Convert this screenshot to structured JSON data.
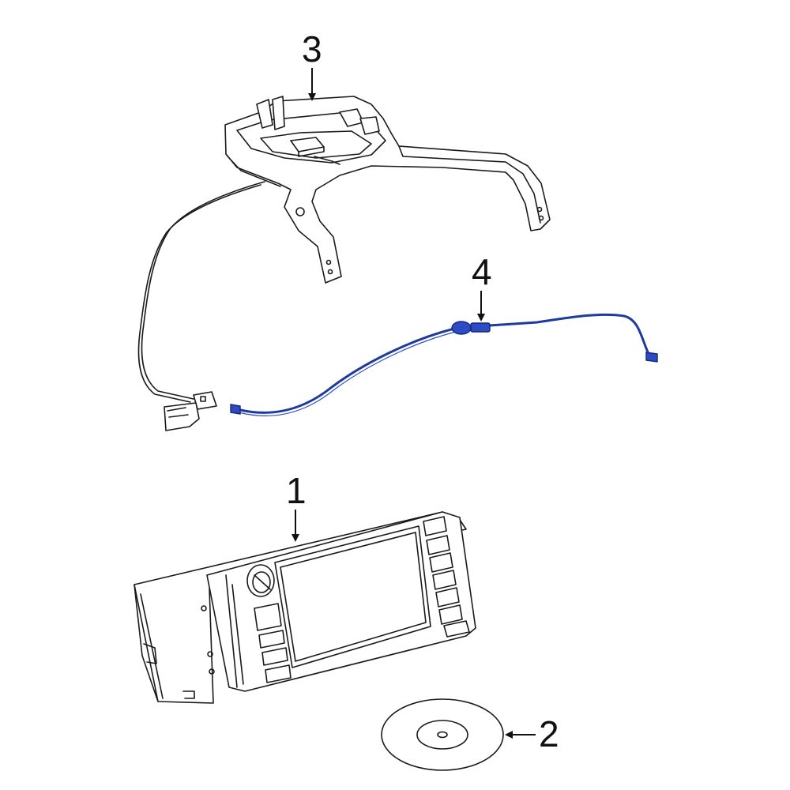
{
  "callouts": {
    "c1": "1",
    "c2": "2",
    "c3": "3",
    "c4": "4"
  },
  "colors": {
    "line": "#1a1a1a",
    "highlight_part": "#1f3a9e",
    "background": "#ffffff"
  }
}
